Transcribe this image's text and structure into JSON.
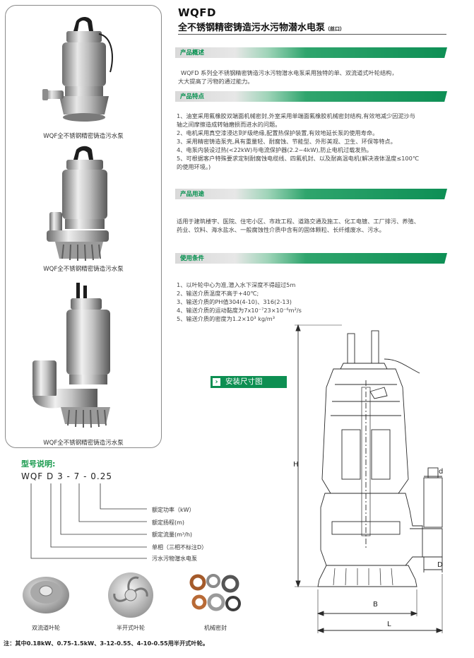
{
  "header": {
    "model": "WQFD",
    "title": "全不锈钢精密铸造污水污物潜水电泵",
    "title_suffix": "（丝口）"
  },
  "products": [
    {
      "caption": "WQF全不锈钢精密铸造污水泵"
    },
    {
      "caption": "WQF全不锈钢精密铸造污水泵"
    },
    {
      "caption": "WQF全不锈钢精密铸造污水泵"
    }
  ],
  "sections": {
    "overview": {
      "heading": "产品概述",
      "lines": [
        "WQFD 系列全不锈钢精密铸造污水污物潜水电泵采用独特的单、双流道式叶轮结构，",
        "大大提高了污物的通过能力。"
      ]
    },
    "features": {
      "heading": "产品特点",
      "lines": [
        "1、油室采用氟橡胶双端面机械密封,外室采用单端面氟橡胶机械密封结构,有效地减少因泥沙与",
        "轴之间摩擦造成转轴磨损而进水的问题。",
        "2、电机采用真空漆浸达到F级绝缘,配置热保护装置,有效地延长泵的使用寿命。",
        "3、采用精密铸造泵壳,具有重量轻、耐腐蚀、节能型、外形美观、卫生、环保等特点。",
        "4、电泵内装设过热(<22kW)与电流保护器(2.2~4kW),防止电机过载发热。",
        "5、可根据客户特殊要求定制耐腐蚀电缆线、四氟机封、以及耐高温电机(解决液体温度≤100℃",
        "的使用环境。)"
      ]
    },
    "applications": {
      "heading": "产品用途",
      "lines": [
        "适用于建筑楼宇、医院、住宅小区、市政工程、道路交通及施工、化工电镀、工厂排污、养殖、",
        "药业、饮料、海水盐水、一般腐蚀性介质中含有的固体颗粒、长纤维废水、污水。"
      ]
    },
    "conditions": {
      "heading": "使用条件",
      "lines": [
        "1、以叶轮中心为准,潜入水下深度不得超过5m",
        "2、输送介质温度不高于+40℃;",
        "3、输送介质的PH值304(4-10)、316(2-13)",
        "4、输送介质的运动黏度为7x10⁻⁷23×10⁻⁶m²/s",
        "5、输送介质的密度为1.2×10³ kg/m³"
      ]
    }
  },
  "install_button": "安装尺寸图",
  "model_explain": {
    "title": "型号说明:",
    "code": "WQF D 3 - 7 - 0.25",
    "labels": [
      "额定功率（kW）",
      "额定扬程(m)",
      "额定流量(m³/h)",
      "单相（三相不标注D）",
      "污水污物潜水电泵"
    ]
  },
  "parts": [
    {
      "caption": "双流道叶轮"
    },
    {
      "caption": "半开式叶轮"
    },
    {
      "caption": "机械密封"
    }
  ],
  "note": "注：其中0.18kW、0.75-1.5kW、3-12-0.55、4-10-0.55用半开式叶轮。",
  "dimensions": {
    "H": "H",
    "d": "d",
    "D": "D",
    "B": "B",
    "L": "L"
  },
  "colors": {
    "accent_green": "#0d8f52",
    "heading_green": "#1a9b4f"
  }
}
